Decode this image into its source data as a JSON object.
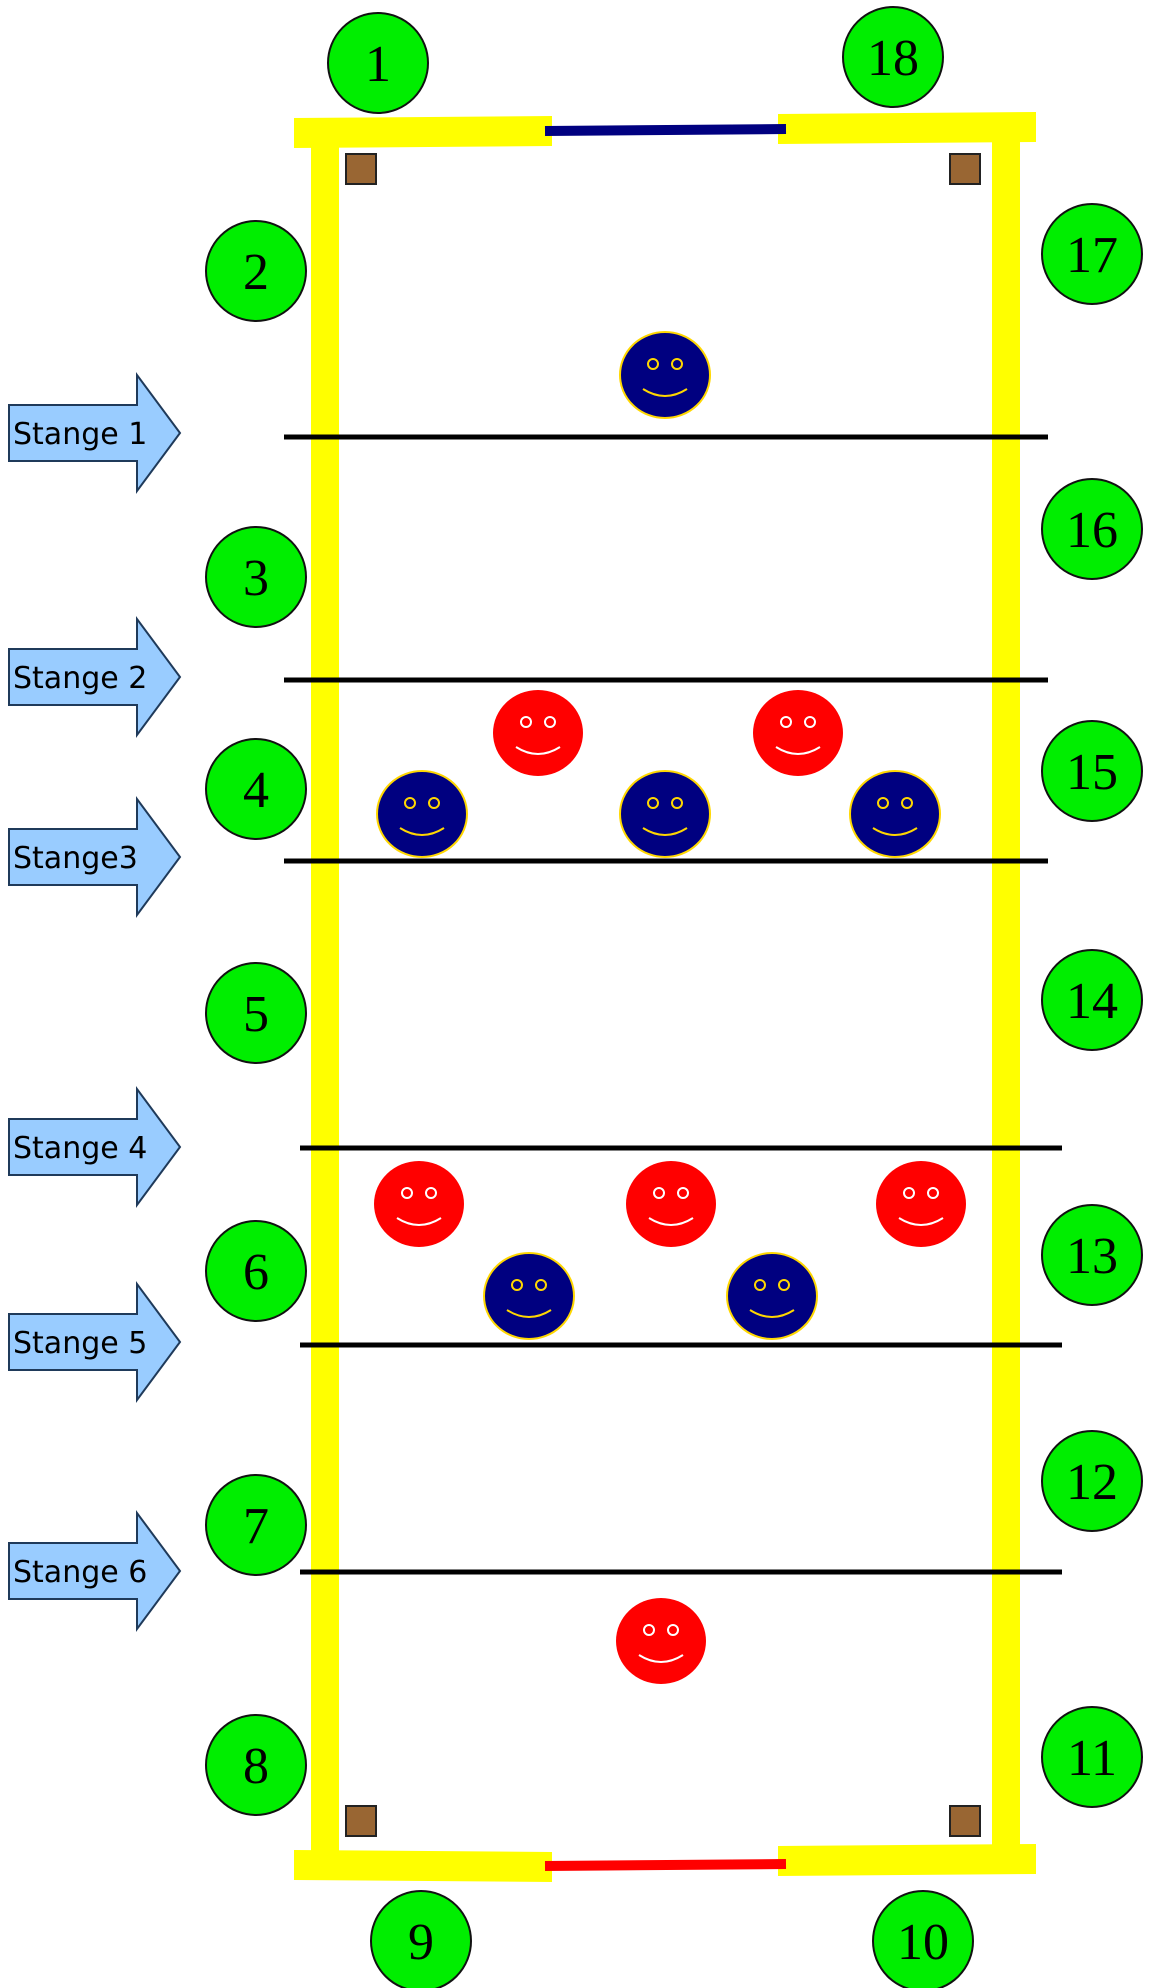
{
  "colors": {
    "field_border": "#ffff00",
    "goal_top": "#000080",
    "goal_bottom": "#ff0000",
    "position_circle": "#00ee00",
    "team_blue": "#000080",
    "team_red": "#ff0000",
    "arrow_fill": "#99ccff",
    "corner_marker": "#996633",
    "bar_line": "#000000"
  },
  "positions": [
    "1",
    "2",
    "3",
    "4",
    "5",
    "6",
    "7",
    "8",
    "9",
    "10",
    "11",
    "12",
    "13",
    "14",
    "15",
    "16",
    "17",
    "18"
  ],
  "bars": [
    "Stange 1",
    "Stange 2",
    "Stange3",
    "Stange 4",
    "Stange 5",
    "Stange 6"
  ],
  "players": [
    {
      "team": "blue"
    },
    {
      "team": "red"
    },
    {
      "team": "red"
    },
    {
      "team": "blue"
    },
    {
      "team": "blue"
    },
    {
      "team": "blue"
    },
    {
      "team": "red"
    },
    {
      "team": "red"
    },
    {
      "team": "red"
    },
    {
      "team": "blue"
    },
    {
      "team": "blue"
    },
    {
      "team": "red"
    }
  ]
}
